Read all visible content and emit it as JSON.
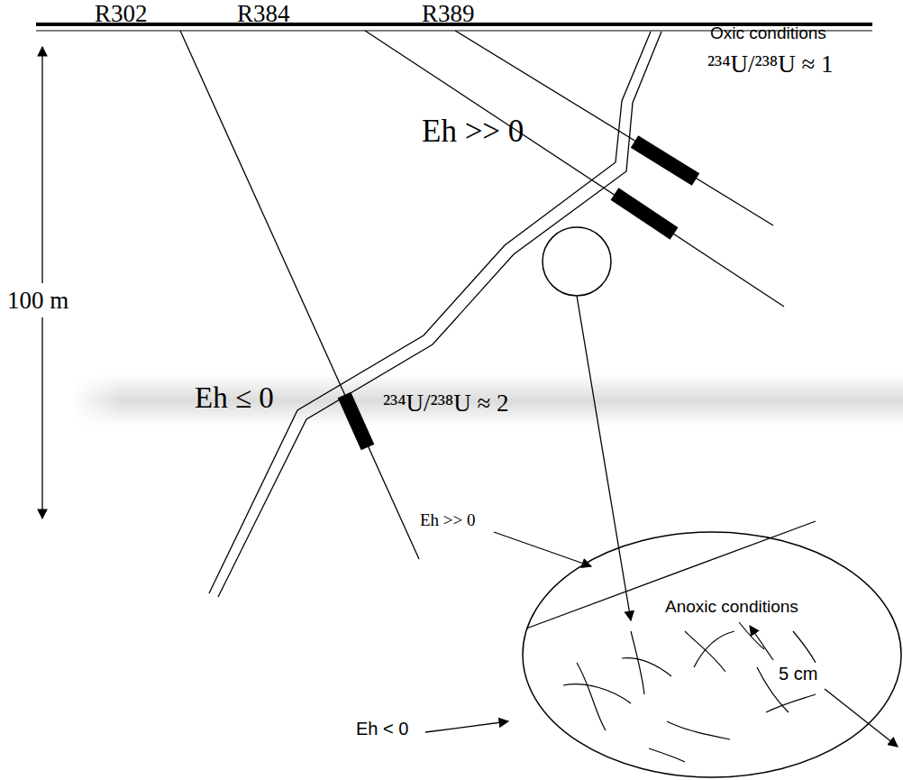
{
  "diagram": {
    "labels": [
      "R302",
      "R384",
      "R389",
      "Oxic conditions",
      "²³⁴U/²³⁸U ≈ 1",
      "Eh >> 0",
      "100 m",
      "Eh ≤ 0",
      "²³⁴U/²³⁸U ≈ 2",
      "Anoxic conditions",
      "5 cm",
      "Eh >> 0",
      "Eh < 0"
    ]
  }
}
